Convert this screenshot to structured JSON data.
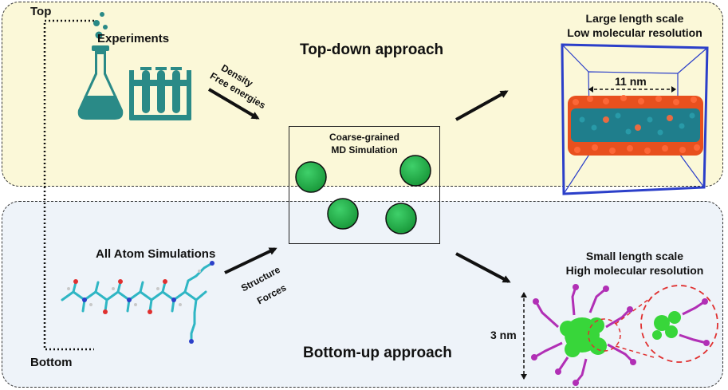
{
  "labels": {
    "top": "Top",
    "bottom": "Bottom",
    "experiments": "Experiments",
    "top_down": "Top-down approach",
    "bottom_up": "Bottom-up approach",
    "large_scale_1": "Large length scale",
    "large_scale_2": "Low molecular resolution",
    "small_scale_1": "Small length scale",
    "small_scale_2": "High molecular resolution",
    "density": "Density",
    "free_energies": "Free energies",
    "cg_1": "Coarse-grained",
    "cg_2": "MD Simulation",
    "all_atom": "All Atom Simulations",
    "structure": "Structure",
    "forces": "Forces",
    "nm11": "11 nm",
    "nm3": "3 nm"
  },
  "colors": {
    "top_panel": "#fbf8d8",
    "bottom_panel": "#eef3f9",
    "teal_icon": "#2a8a87",
    "bead_green": "#27b04b",
    "box_blue": "#2b3fc9",
    "orange": "#e8501e",
    "magenta": "#b12fb5",
    "bright_green": "#38d63a"
  }
}
